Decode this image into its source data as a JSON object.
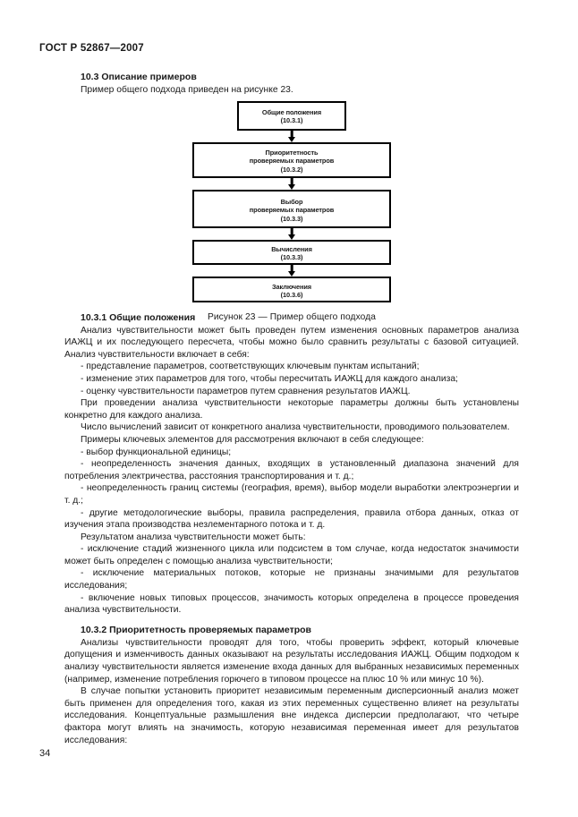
{
  "document": {
    "running_header": "ГОСТ Р 52867—2007",
    "page_number": "34"
  },
  "section_10_3": {
    "heading": "10.3 Описание примеров",
    "intro": "Пример общего подхода приведен на рисунке 23."
  },
  "figure": {
    "caption": "Рисунок 23 —  Пример общего  подхода",
    "boxes": [
      {
        "line1": "Общие положения",
        "line2": "(10.3.1)"
      },
      {
        "line1": "Приоритетность",
        "line2": "проверяемых параметров",
        "line3": "(10.3.2)"
      },
      {
        "line1": "Выбор",
        "line2": "проверяемых параметров",
        "line3": "(10.3.3)"
      },
      {
        "line1": "Вычисления",
        "line2": "(10.3.3)"
      },
      {
        "line1": "Заключения",
        "line2": "(10.3.6)"
      }
    ]
  },
  "section_10_3_1": {
    "heading": "10.3.1 Общие положения",
    "p1": "Анализ чувствительности может быть проведен путем изменения основных параметров анализа ИАЖЦ и их последующего пересчета, чтобы можно было сравнить результаты с базовой ситуацией.  Анализ чувствительности включает в себя:",
    "b1": "- представление параметров, соответствующих ключевым пунктам испытаний;",
    "b2": "- изменение этих параметров для того, чтобы пересчитать ИАЖЦ для каждого анализа;",
    "b3": "- оценку чувствительности параметров путем сравнения результатов ИАЖЦ.",
    "p2": "При проведении анализа чувствительности некоторые параметры должны быть установлены конкретно для каждого анализа.",
    "p3": "Число вычислений зависит  от конкретного анализа  чувствительности,  проводимого пользователем.",
    "p4": "Примеры ключевых элементов для рассмотрения включают в себя следующее:",
    "b4": "- выбор функциональной  единицы;",
    "b5": "- неопределенность значения данных, входящих в установленный диапазона значений для потребления электричества, расстояния  транспортирования и т. д.;",
    "b6": "- неопределенность границ системы (география,  время), выбор модели  выработки  электроэнергии и т. д.;",
    "b7": "- другие методологические выборы, правила распределения, правила отбора данных, отказ  от  изучения этапа производства незлементарного потока и т. д.",
    "p5": "Результатом анализа чувствительности может быть:",
    "b8": "- исключение  стадий  жизненного  цикла  или  подсистем в том случае,  когда  недостаток значимости может быть определен с помощью анализа чувствительности;",
    "b9": "- исключение  материальных  потоков,  которые не признаны    значимыми для  результатов  исследования;",
    "b10": "- включение новых типовых процессов, значимость которых определена в процессе проведения анализа чувствительности."
  },
  "section_10_3_2": {
    "heading": "10.3.2  Приоритетность проверяемых параметров",
    "p1": "Анализы чувствительности проводят для того, чтобы  проверить эффект,  который  ключевые допущения и изменчивость данных оказывают на  результаты  исследования  ИАЖЦ.  Общим  подходом  к анализу чувствительности является  изменение  входа  данных  для  выбранных  независимых  переменных  (например, изменение потребления горючего в типовом процессе на плюс 10 % или минус 10 %).",
    "p2": "В  случае  попытки  установить  приоритет  независимым  переменным  дисперсионный анализ может быть   применен для определения того, какая  из этих переменных существенно влияет на   результаты исследования. Концептуальные размышления  вне  индекса  дисперсии  предполагают, что четыре фактора могут  влиять  на значимость,  которую  независимая  переменная  имеет  для  результатов  исследования:"
  }
}
